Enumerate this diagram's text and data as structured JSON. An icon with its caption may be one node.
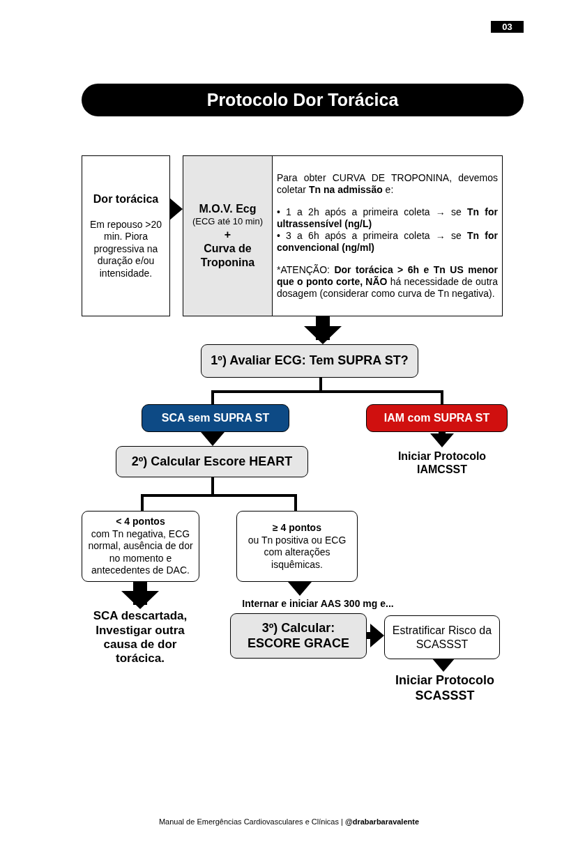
{
  "diagram": {
    "title": "Protocolo Dor Torácica",
    "nodes": [
      {
        "text": [
          "Dor torácica",
          "Em repouso >20 min. Piora progressiva na duração e/ou intensidade."
        ]
      },
      {
        "text": [
          "M.O.V. Ecg",
          "(ECG até 10 min)",
          "+",
          "Curva de Troponina"
        ]
      },
      {
        "text": [
          "Para obter CURVA DE TROPONINA, devemos coletar **Tn na admissão** e:",
          "• 1 a 2h após a primeira coleta → se **Tn for ultrassensível (ng/L)**",
          "• 3 a 6h após a primeira coleta → se **Tn for convencional (ng/ml)**",
          "*ATENÇÃO: **Dor torácica > 6h e Tn US menor que o ponto corte, NÃO** há necessidade de outra dosagem (considerar como curva de Tn negativa)."
        ]
      },
      {
        "text": [
          "1º) Avaliar ECG: Tem SUPRA ST?"
        ]
      },
      {
        "text": [
          "SCA sem SUPRA ST"
        ]
      },
      {
        "text": [
          "IAM com SUPRA ST"
        ]
      },
      {
        "text": [
          "Iniciar Protocolo IAMCSST"
        ]
      },
      {
        "text": [
          "2º) Calcular Escore HEART"
        ]
      },
      {
        "text": [
          "< 4 pontos",
          "com Tn negativa, ECG normal, ausência de dor no momento e antecedentes de DAC."
        ]
      },
      {
        "text": [
          "≥ 4 pontos",
          "ou Tn positiva ou ECG com alterações isquêmicas."
        ]
      },
      {
        "text": [
          "SCA descartada, Investigar outra causa de dor torácica."
        ]
      },
      {
        "text": [
          "Internar e iniciar AAS 300 mg e..."
        ]
      },
      {
        "text": [
          "3º) Calcular: ESCORE GRACE"
        ]
      },
      {
        "text": [
          "Estratificar Risco da SCASSST"
        ]
      },
      {
        "text": [
          "Iniciar Protocolo SCASSST"
        ]
      }
    ],
    "edges": [
      {
        "from": 0,
        "to": 1,
        "arrow": "to"
      },
      {
        "from": 2,
        "to": 3,
        "arrow": "to",
        "style": "thick"
      },
      {
        "from": 3,
        "to": 4,
        "arrow": "none"
      },
      {
        "from": 3,
        "to": 5,
        "arrow": "none"
      },
      {
        "from": 4,
        "to": 7,
        "arrow": "to"
      },
      {
        "from": 5,
        "to": 6,
        "arrow": "to"
      },
      {
        "from": 7,
        "to": 8,
        "arrow": "none"
      },
      {
        "from": 7,
        "to": 9,
        "arrow": "none"
      },
      {
        "from": 8,
        "to": 10,
        "arrow": "to",
        "style": "thick"
      },
      {
        "from": 9,
        "to": 11,
        "arrow": "to"
      },
      {
        "from": 12,
        "to": 13,
        "arrow": "to"
      },
      {
        "from": 13,
        "to": 14,
        "arrow": "to"
      }
    ],
    "labels": [
      "03",
      "Manual de Emergências Cardiovasculares e Clínicas | **@drabarbaravalente**"
    ]
  }
}
